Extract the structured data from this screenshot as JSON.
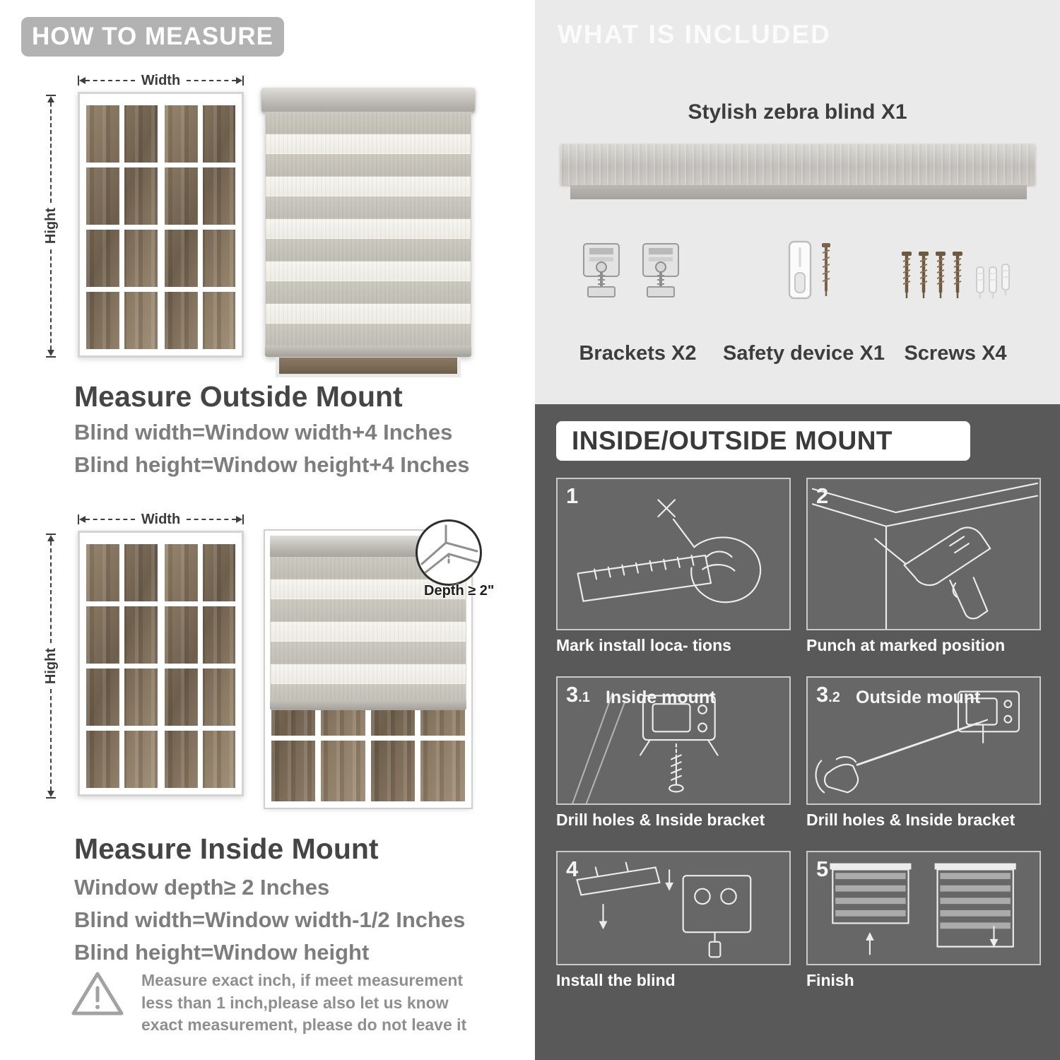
{
  "palette": {
    "left_header_bg": "#b2b2b2",
    "included_bg": "#eaeaea",
    "mount_bg": "#595959",
    "panel_bg": "#676767",
    "headline_text": "#3d3d3d",
    "body_text": "#7d7d7d"
  },
  "left": {
    "header": "HOW TO MEASURE",
    "outside": {
      "width_label": "Width",
      "height_label": "Hight",
      "heading": "Measure Outside Mount",
      "line1": "Blind width=Window width+4 Inches",
      "line2": "Blind height=Window height+4 Inches"
    },
    "inside": {
      "width_label": "Width",
      "height_label": "Hight",
      "depth_label": "Depth ≥ 2\"",
      "heading": "Measure Inside Mount",
      "line1": "Window depth≥ 2 Inches",
      "line2": "Blind width=Window width-1/2 Inches",
      "line3": "Blind height=Window height"
    },
    "note": "Measure exact inch, if meet measurement less than 1 inch,please also let us know exact measurement, please do not leave it"
  },
  "right": {
    "included": {
      "header": "WHAT IS INCLUDED",
      "blind_label": "Stylish zebra blind X1",
      "items": [
        {
          "label": "Brackets X2"
        },
        {
          "label": "Safety device X1"
        },
        {
          "label": "Screws X4"
        }
      ]
    },
    "mount": {
      "header": "INSIDE/OUTSIDE MOUNT",
      "steps": [
        {
          "num": "1",
          "sub": "",
          "tag": "",
          "caption": "Mark install loca- tions"
        },
        {
          "num": "2",
          "sub": "",
          "tag": "",
          "caption": "Punch at  marked position"
        },
        {
          "num": "3",
          "sub": ".1",
          "tag": "Inside mount",
          "caption": "Drill holes &  Inside bracket"
        },
        {
          "num": "3",
          "sub": ".2",
          "tag": "Outside mount",
          "caption": "Drill holes &  Inside bracket"
        },
        {
          "num": "4",
          "sub": "",
          "tag": "",
          "caption": "Install the blind"
        },
        {
          "num": "5",
          "sub": "",
          "tag": "",
          "caption": "Finish"
        }
      ]
    }
  }
}
